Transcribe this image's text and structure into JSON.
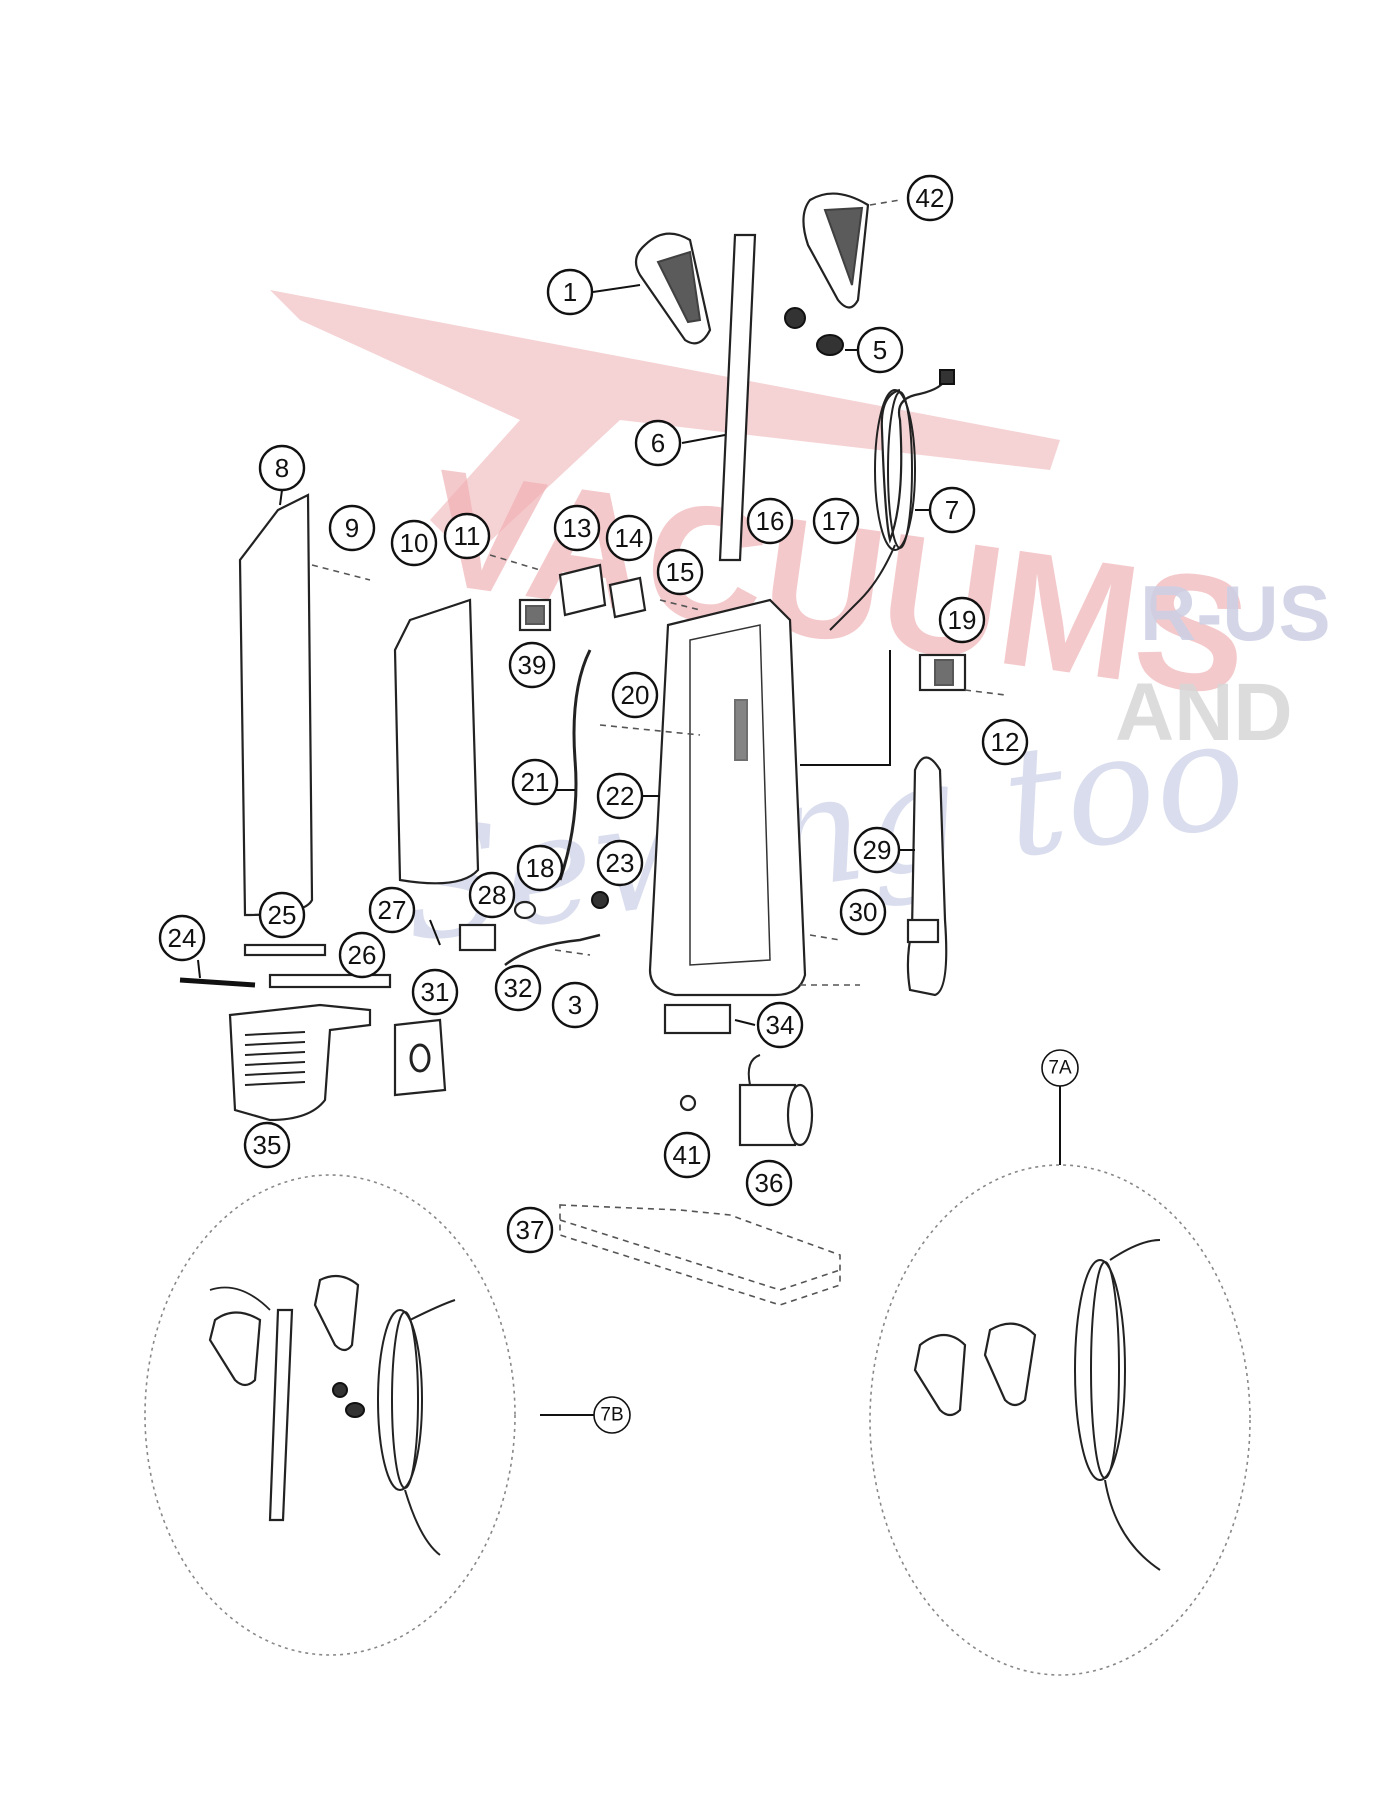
{
  "watermark": {
    "line1": "VACUUMS",
    "line2": "R-US",
    "line3": "AND",
    "line4": "Sewing too",
    "colors": {
      "red": "#e8888e",
      "gray": "#c9c9c9",
      "blue": "#b7bfdc"
    }
  },
  "callouts": [
    "1",
    "42",
    "5",
    "6",
    "7",
    "8",
    "9",
    "10",
    "11",
    "13",
    "14",
    "15",
    "16",
    "17",
    "39",
    "19",
    "12",
    "20",
    "21",
    "22",
    "29",
    "23",
    "18",
    "28",
    "27",
    "25",
    "26",
    "24",
    "31",
    "32",
    "3",
    "30",
    "34",
    "35",
    "41",
    "36",
    "37"
  ],
  "assemblies": {
    "7A": "7A",
    "7B": "7B"
  }
}
